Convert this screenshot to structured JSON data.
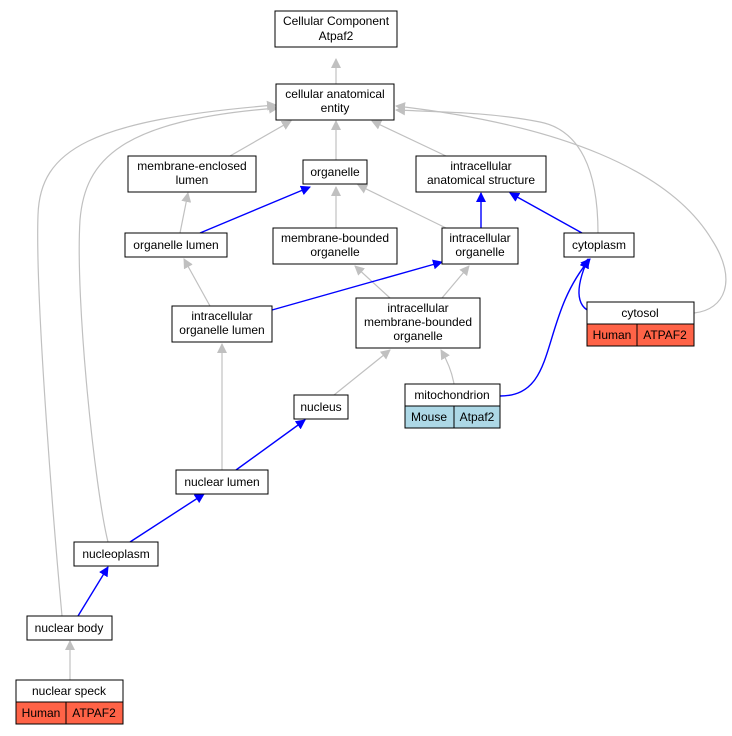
{
  "colors": {
    "edge_inherited": "#c0c0c0",
    "edge_part_of": "#0000ff",
    "human_fill": "#ff6347",
    "mouse_fill": "#add8e6",
    "node_fill": "#ffffff",
    "node_border": "#000000"
  },
  "nodes": {
    "root": [
      "Cellular Component",
      "Atpaf2"
    ],
    "cae": [
      "cellular anatomical",
      "entity"
    ],
    "mel": [
      "membrane-enclosed",
      "lumen"
    ],
    "organelle": [
      "organelle"
    ],
    "ias": [
      "intracellular",
      "anatomical structure"
    ],
    "orglumen": [
      "organelle lumen"
    ],
    "mbo": [
      "membrane-bounded",
      "organelle"
    ],
    "io": [
      "intracellular",
      "organelle"
    ],
    "cytoplasm": [
      "cytoplasm"
    ],
    "iol": [
      "intracellular",
      "organelle lumen"
    ],
    "imbo": [
      "intracellular",
      "membrane-bounded",
      "organelle"
    ],
    "cytosol": [
      "cytosol"
    ],
    "mito": [
      "mitochondrion"
    ],
    "nucleus": [
      "nucleus"
    ],
    "nuclumen": [
      "nuclear lumen"
    ],
    "nucleoplasm": [
      "nucleoplasm"
    ],
    "nucbody": [
      "nuclear body"
    ],
    "nucspeck": [
      "nuclear speck"
    ]
  },
  "annotations": {
    "cytosol": [
      "Human",
      "ATPAF2"
    ],
    "mito": [
      "Mouse",
      "Atpaf2"
    ],
    "nucspeck": [
      "Human",
      "ATPAF2"
    ]
  }
}
